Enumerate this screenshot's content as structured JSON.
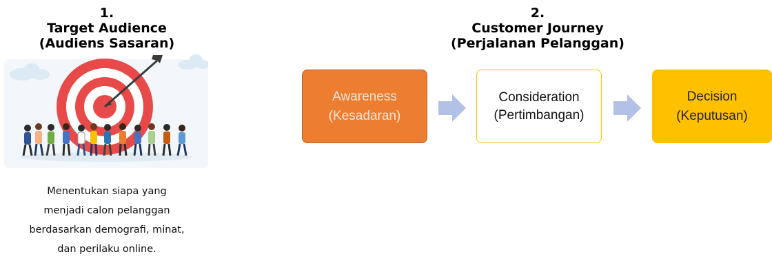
{
  "section1": {
    "number": "1.",
    "title": "Target Audience",
    "subtitle": "(Audiens Sasaran)",
    "description_lines": [
      "Menentukan siapa yang",
      "menjadi calon pelanggan",
      "berdasarkan demografi, minat,",
      "dan perilaku online."
    ]
  },
  "section2": {
    "number": "2.",
    "title": "Customer Journey",
    "subtitle": "(Perjalanan Pelanggan)",
    "stages": [
      {
        "label": "Awareness",
        "sublabel": "(Kesadaran)",
        "fill": "#ED7D31",
        "text_color": "#FBE5D6"
      },
      {
        "label": "Consideration",
        "sublabel": "(Pertimbangan)",
        "fill": "#FFFFFF",
        "border": "#FFC000",
        "text_color": "#111111"
      },
      {
        "label": "Decision",
        "sublabel": "(Keputusan)",
        "fill": "#FFC000",
        "text_color": "#222222"
      }
    ]
  },
  "colors": {
    "arrow": "#B4C1E6",
    "target_red": "#E84A4A",
    "target_white": "#FFFFFF",
    "cloud": "#DCEAF5"
  },
  "icons": [
    "target-with-arrow-illustration",
    "right-arrow-icon"
  ]
}
